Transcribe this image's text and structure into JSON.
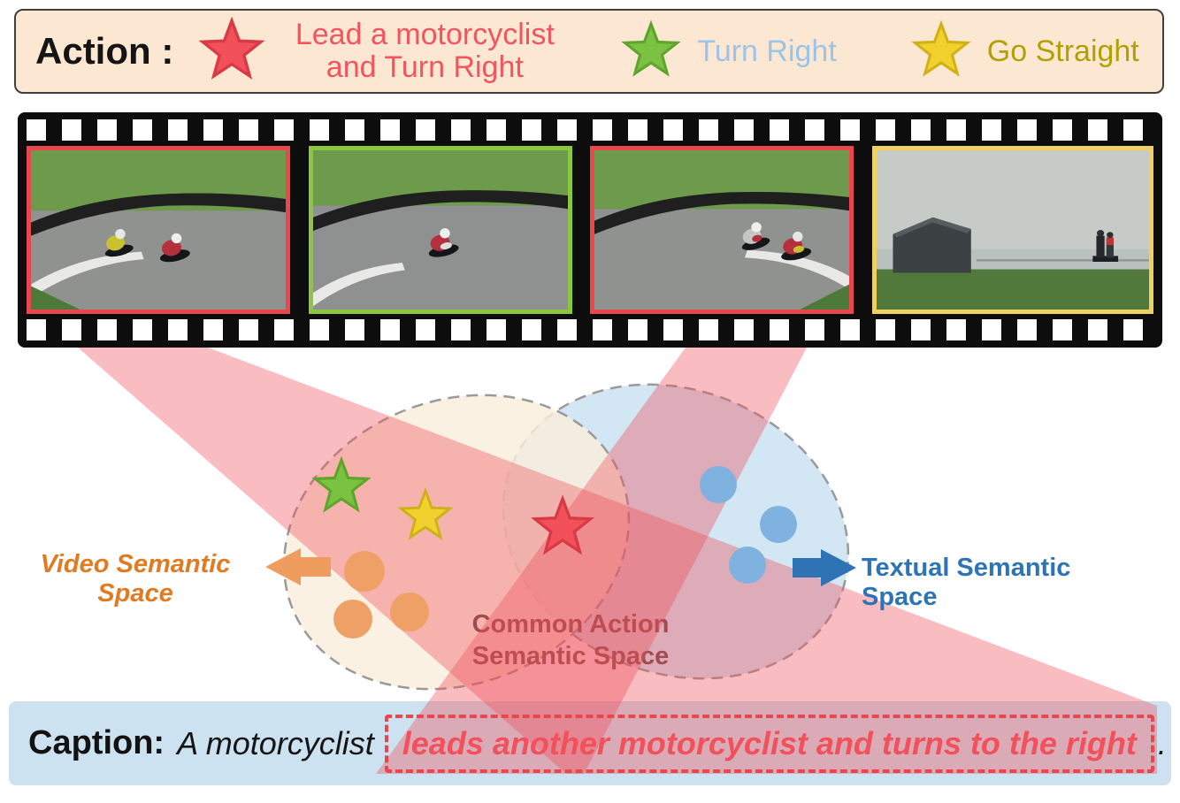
{
  "action_legend": {
    "label": "Action :",
    "items": [
      {
        "icon": "star-icon",
        "star_color": "#f2515c",
        "label": "Lead a motorcyclist and Turn Right",
        "label_color": "#f4545e"
      },
      {
        "icon": "star-icon",
        "star_color": "#7cc242",
        "label": "Turn Right",
        "label_color": "#9dc3e8"
      },
      {
        "icon": "star-icon",
        "star_color": "#f2d02e",
        "label": "Go Straight",
        "label_color": "#b1a004"
      }
    ]
  },
  "film_strip": {
    "frames": [
      {
        "name": "frame-1",
        "border_color": "#e8474e",
        "scene": "two motorcyclists cornering on racetrack"
      },
      {
        "name": "frame-2",
        "border_color": "#8cc63f",
        "scene": "single motorcyclist cornering on racetrack"
      },
      {
        "name": "frame-3",
        "border_color": "#e8474e",
        "scene": "two motorcyclists leaning through corner"
      },
      {
        "name": "frame-4",
        "border_color": "#f0d060",
        "scene": "people standing near shed by shore"
      }
    ]
  },
  "venn": {
    "video_space_label": "Video Semantic Space",
    "textual_space_label": "Textual Semantic Space",
    "common_space_label_line1": "Common Action",
    "common_space_label_line2": "Semantic Space",
    "left_region": {
      "star_colors": [
        "#7cc242",
        "#f2d02e"
      ],
      "circle_color": "#efa066",
      "circle_count": 3
    },
    "right_region": {
      "circle_color": "#7fb2de",
      "circle_count": 3
    },
    "overlap_region": {
      "star_color": "#f2515c"
    },
    "beam_color": "rgba(238,80,90,0.38)",
    "left_fill": "#faeedd",
    "right_fill": "#cfe4f2"
  },
  "caption": {
    "label": "Caption:",
    "prefix": "A motorcyclist",
    "highlight": "leads another motorcyclist and turns to the right",
    "suffix": "."
  }
}
